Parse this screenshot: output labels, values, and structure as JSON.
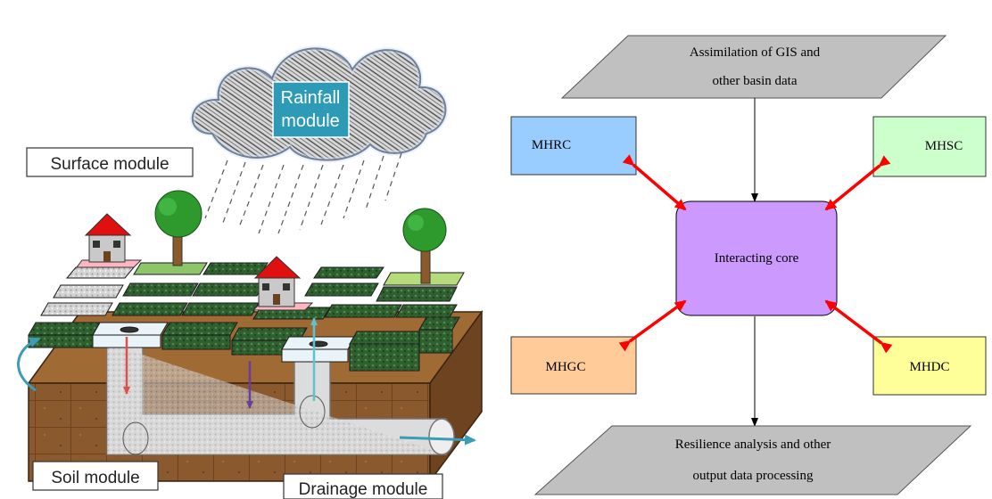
{
  "left_illustration": {
    "rainfall_label_line1": "Rainfall",
    "rainfall_label_line2": "module",
    "surface_label": "Surface module",
    "soil_label": "Soil module",
    "drainage_label": "Drainage module"
  },
  "flowchart": {
    "input_line1": "Assimilation of GIS and",
    "input_line2": "other basin data",
    "core": "Interacting core",
    "mhrc": "MHRC",
    "mhsc": "MHSC",
    "mhgc": "MHGC",
    "mhdc": "MHDC",
    "output_line1": "Resilience analysis and other",
    "output_line2": "output data processing"
  },
  "colors": {
    "mhrc": "#99ccff",
    "mhsc": "#ccffcc",
    "mhgc": "#ffcc99",
    "mhdc": "#ffff99",
    "core": "#cc99ff",
    "parallelogram": "#c0c0c0",
    "interaction_arrow": "#ff0000"
  }
}
